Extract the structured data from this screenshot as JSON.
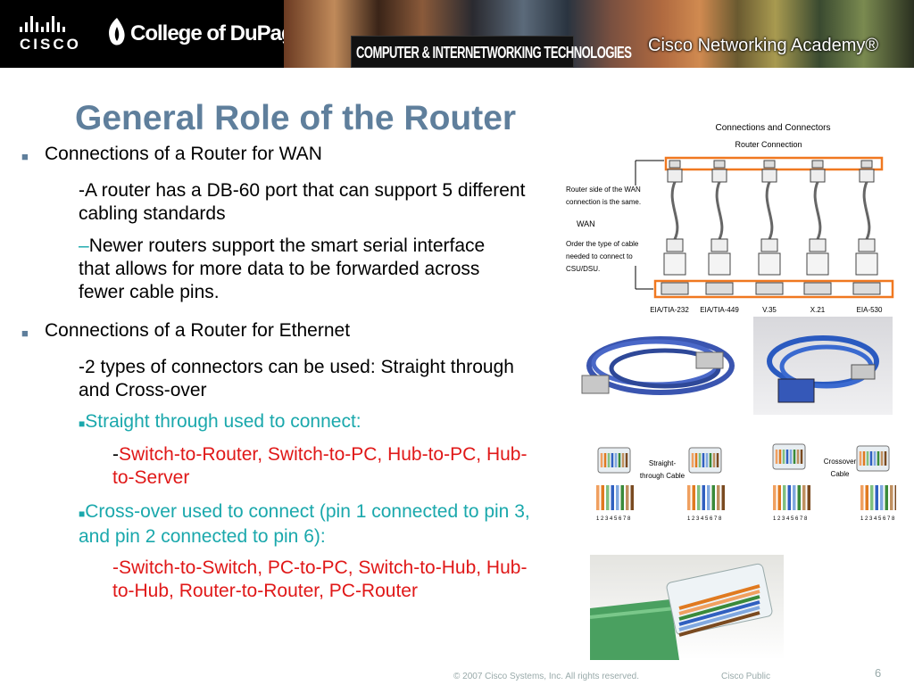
{
  "header": {
    "cisco_logo": "CISCO",
    "college_logo": "College of DuPage",
    "program": "COMPUTER & INTERNETWORKING TECHNOLOGIES",
    "academy": "Cisco Networking Academy®"
  },
  "slide": {
    "title": "General Role of the Router",
    "wan_heading": "Connections of a Router for WAN",
    "wan_p1": "-A router has a DB-60 port that can support 5 different cabling standards",
    "wan_p2_dash": "–",
    "wan_p2": "Newer routers support the smart serial interface that allows for more data to be forwarded across fewer cable pins.",
    "eth_heading": "Connections of a Router for Ethernet",
    "eth_p1": "-2 types of connectors can be used: Straight through and Cross-over",
    "straight_head": "Straight through used to connect:",
    "straight_dash": "-",
    "straight_list": "Switch-to-Router, Switch-to-PC, Hub-to-PC, Hub-to-Server",
    "cross_head": "Cross-over used to connect (pin 1 connected to pin 3, and pin 2 connected to pin 6):",
    "cross_list": "-Switch-to-Switch, PC-to-PC, Switch-to-Hub, Hub-to-Hub, Router-to-Router, PC-Router"
  },
  "diagram": {
    "title": "Connections and Connectors",
    "subtitle": "Router Connection",
    "note_router": "Router side of the WAN connection is the same.",
    "note_wan": "WAN",
    "note_order": "Order the type of cable needed to connect to CSU/DSU.",
    "standards": [
      "EIA/TIA-232",
      "EIA/TIA-449",
      "V.35",
      "X.21",
      "EIA-530"
    ]
  },
  "rj45": {
    "straight_label": "Straight-through Cable",
    "straight_line1": "Straight-",
    "straight_line2": "through Cable",
    "cross_line1": "Crossover",
    "cross_line2": "Cable",
    "pins": "1 2 3 4 5 6 7 8"
  },
  "footer": {
    "copyright": "© 2007 Cisco Systems, Inc. All rights reserved.",
    "classification": "Cisco Public",
    "page": "6"
  },
  "colors": {
    "title": "#5f7f9c",
    "teal": "#1aa8ac",
    "red": "#e01818",
    "highlight_box": "#f07820",
    "cable_blue": "#3a55b0"
  }
}
